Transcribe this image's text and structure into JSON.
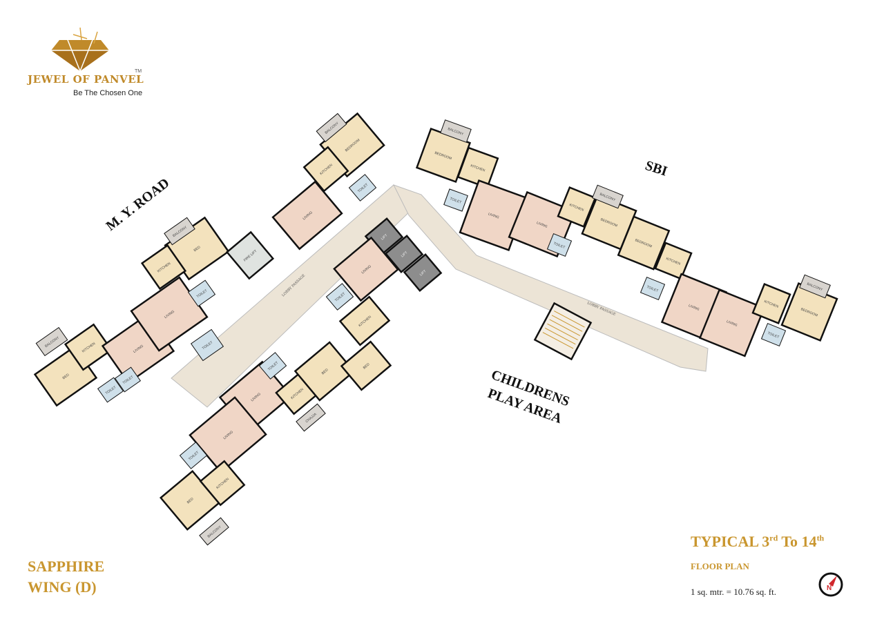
{
  "logo": {
    "brand": "JEWEL OF PANVEL",
    "trademark": "TM",
    "tagline": "Be The Chosen One",
    "icon": "diamond-icon",
    "color": "#c08a2a"
  },
  "labels": {
    "road": "M. Y. ROAD",
    "bank": "SBI",
    "play_area_line1": "CHILDRENS",
    "play_area_line2": "PLAY AREA"
  },
  "wing": {
    "line1": "SAPPHIRE",
    "line2": "WING (D)"
  },
  "plan_title": {
    "prefix": "TYPICAL 3",
    "sup1": "rd",
    "middle": " To 14",
    "sup2": "th",
    "subtitle": "FLOOR PLAN"
  },
  "conversion": "1 sq. mtr. = 10.76 sq. ft.",
  "compass": {
    "icon": "north-compass-icon",
    "accent": "#d0262b"
  },
  "room_types": {
    "living": "LIVING",
    "bed": "BED",
    "bedroom": "BEDROOM",
    "kitchen": "KITCHEN",
    "toilet": "TOILET",
    "lift": "LIFT",
    "fire_lift": "FIRE LIFT",
    "balcony": "BALCONY",
    "chajja": "CHAJJA",
    "passage": "LOBBY PASSAGE"
  },
  "colors": {
    "living": "#f0d6c6",
    "bedroom": "#f3e2bd",
    "toilet": "#cfe0ea",
    "lift": "#8d8d8d",
    "corridor": "#ece4d6",
    "balcony": "#d8d4cf",
    "accent": "#c9962f"
  }
}
